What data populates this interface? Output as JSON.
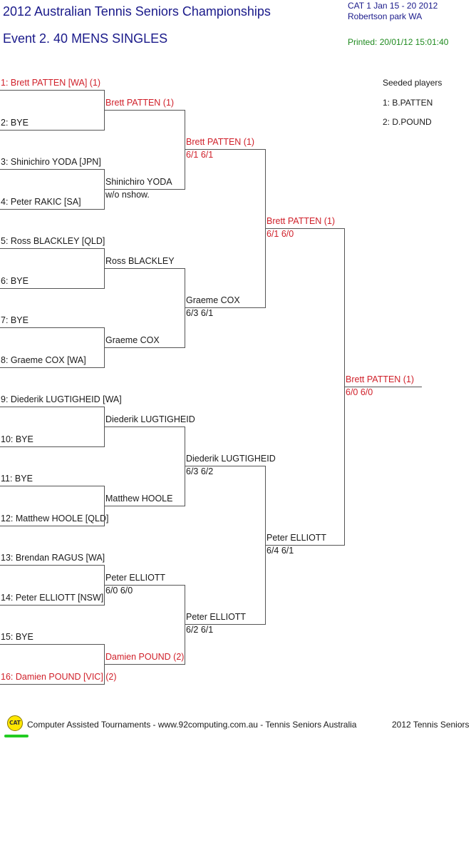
{
  "header": {
    "title": "2012 Australian Tennis Seniors Championships",
    "event": "Event 2. 40 MENS SINGLES",
    "category_dates": "CAT 1   Jan 15 - 20 2012",
    "venue": "Robertson park   WA",
    "printed": "Printed: 20/01/12 15:01:40"
  },
  "seeds": {
    "heading": "Seeded players",
    "list": [
      "1: B.PATTEN",
      "2: D.POUND"
    ]
  },
  "round1": [
    {
      "label": "1: Brett PATTEN [WA] (1)",
      "seeded": true
    },
    {
      "label": "2: BYE",
      "seeded": false
    },
    {
      "label": "3: Shinichiro YODA [JPN]",
      "seeded": false
    },
    {
      "label": "4: Peter RAKIC [SA]",
      "seeded": false
    },
    {
      "label": "5: Ross BLACKLEY [QLD]",
      "seeded": false
    },
    {
      "label": "6: BYE",
      "seeded": false
    },
    {
      "label": "7: BYE",
      "seeded": false
    },
    {
      "label": "8: Graeme COX [WA]",
      "seeded": false
    },
    {
      "label": "9: Diederik LUGTIGHEID [WA]",
      "seeded": false
    },
    {
      "label": "10: BYE",
      "seeded": false
    },
    {
      "label": "11: BYE",
      "seeded": false
    },
    {
      "label": "12: Matthew HOOLE [QLD]",
      "seeded": false
    },
    {
      "label": "13: Brendan RAGUS [WA]",
      "seeded": false
    },
    {
      "label": "14: Peter ELLIOTT [NSW]",
      "seeded": false
    },
    {
      "label": "15: BYE",
      "seeded": false
    },
    {
      "label": "16: Damien POUND [VIC] (2)",
      "seeded": true
    }
  ],
  "round2": [
    {
      "winner": "Brett PATTEN (1)",
      "score": "",
      "seeded": true
    },
    {
      "winner": "Shinichiro YODA",
      "score": "w/o nshow.",
      "seeded": false
    },
    {
      "winner": "Ross BLACKLEY",
      "score": "",
      "seeded": false
    },
    {
      "winner": "Graeme COX",
      "score": "",
      "seeded": false
    },
    {
      "winner": "Diederik LUGTIGHEID",
      "score": "",
      "seeded": false
    },
    {
      "winner": "Matthew HOOLE",
      "score": "",
      "seeded": false
    },
    {
      "winner": "Peter ELLIOTT",
      "score": "6/0 6/0",
      "seeded": false
    },
    {
      "winner": "Damien POUND (2)",
      "score": "",
      "seeded": true
    }
  ],
  "quarterfinals": [
    {
      "winner": "Brett PATTEN (1)",
      "score": "6/1 6/1",
      "seeded": true
    },
    {
      "winner": "Graeme COX",
      "score": "6/3 6/1",
      "seeded": false
    },
    {
      "winner": "Diederik LUGTIGHEID",
      "score": "6/3 6/2",
      "seeded": false
    },
    {
      "winner": "Peter ELLIOTT",
      "score": "6/2 6/1",
      "seeded": false
    }
  ],
  "semifinals": [
    {
      "winner": "Brett PATTEN (1)",
      "score": "6/1 6/0",
      "seeded": true
    },
    {
      "winner": "Peter ELLIOTT",
      "score": "6/4 6/1",
      "seeded": false
    }
  ],
  "final": {
    "winner": "Brett PATTEN (1)",
    "score": "6/0 6/0",
    "seeded": true
  },
  "footer": {
    "badge": "CAT",
    "text": "Computer Assisted Tournaments - www.92computing.com.au -  Tennis Seniors Australia",
    "right": "2012 Tennis Seniors"
  },
  "colors": {
    "seed": "#d0202a",
    "title": "#1a1a8a",
    "printed": "#1f8a1f",
    "line": "#555555"
  }
}
